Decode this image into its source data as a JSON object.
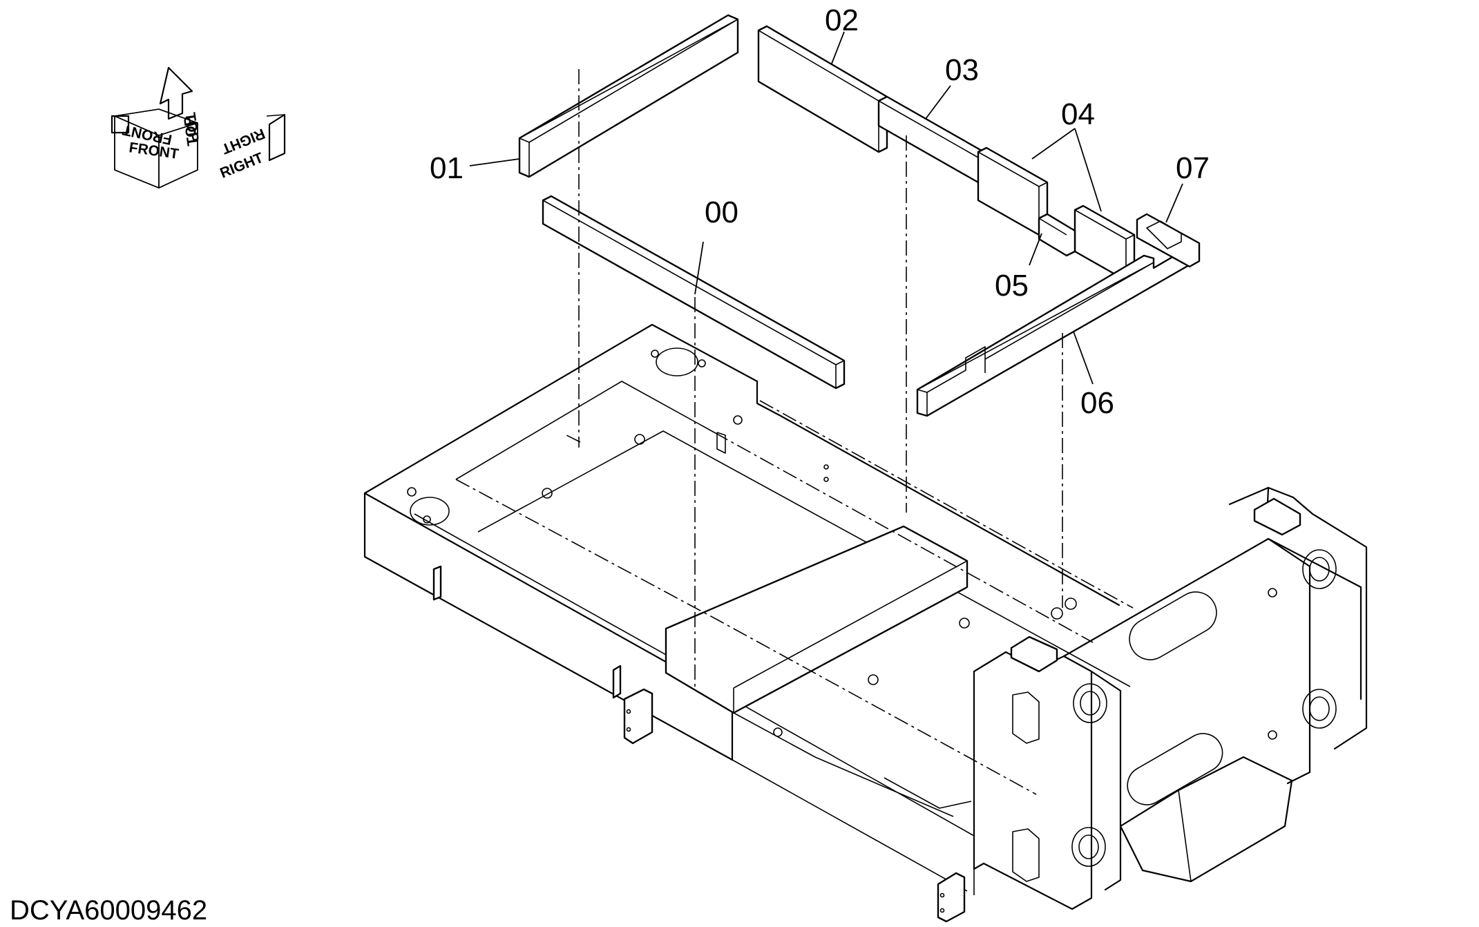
{
  "orientation": {
    "front": "FRONT",
    "top": "TOP",
    "right": "RIGHT"
  },
  "callouts": {
    "c00": "00",
    "c01": "01",
    "c02": "02",
    "c03": "03",
    "c04": "04",
    "c05": "05",
    "c06": "06",
    "c07": "07"
  },
  "drawing_id": "DCYA60009462"
}
